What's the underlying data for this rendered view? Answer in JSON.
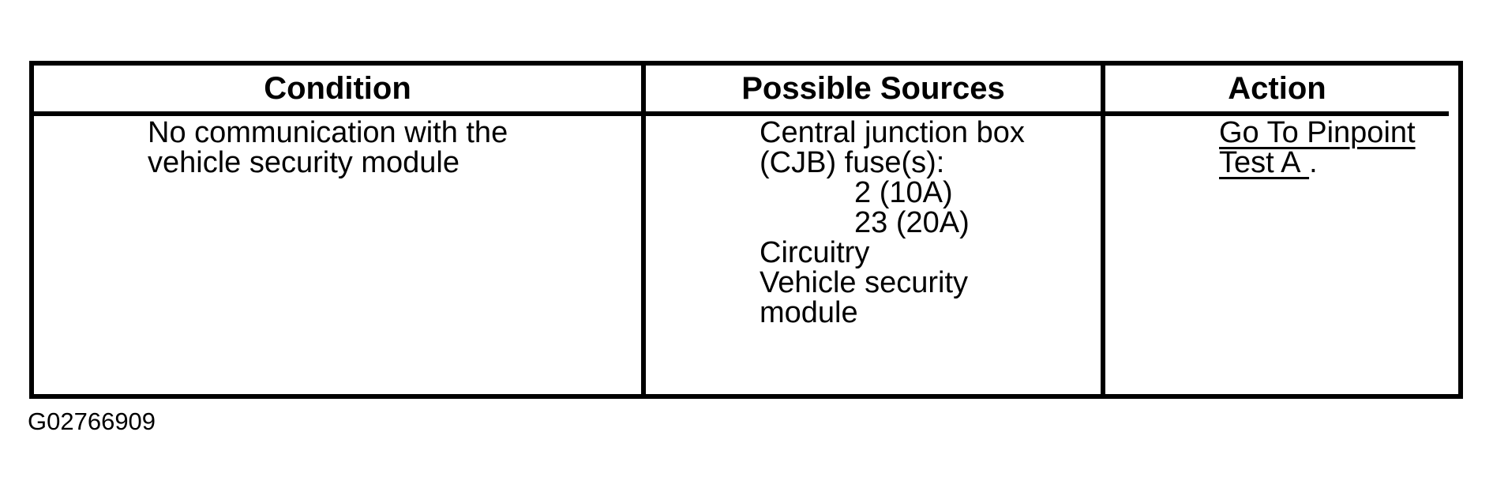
{
  "figure_id": "G02766909",
  "colors": {
    "background": "#ffffff",
    "border": "#000000",
    "text": "#000000",
    "link": "#000000"
  },
  "table": {
    "columns": [
      {
        "header": "Condition"
      },
      {
        "header": "Possible Sources"
      },
      {
        "header": "Action"
      }
    ],
    "condition_items": [
      {
        "text": "No communication with the vehicle security module"
      }
    ],
    "sources_items": [
      {
        "text": "Central junction box (CJB) fuse(s):",
        "subitems": [
          "2 (10A)",
          "23 (20A)"
        ]
      },
      {
        "text": "Circuitry"
      },
      {
        "text": "Vehicle security module"
      }
    ],
    "action_items": [
      {
        "link_text": "Go To Pinpoint Test A ",
        "suffix": "."
      }
    ]
  }
}
